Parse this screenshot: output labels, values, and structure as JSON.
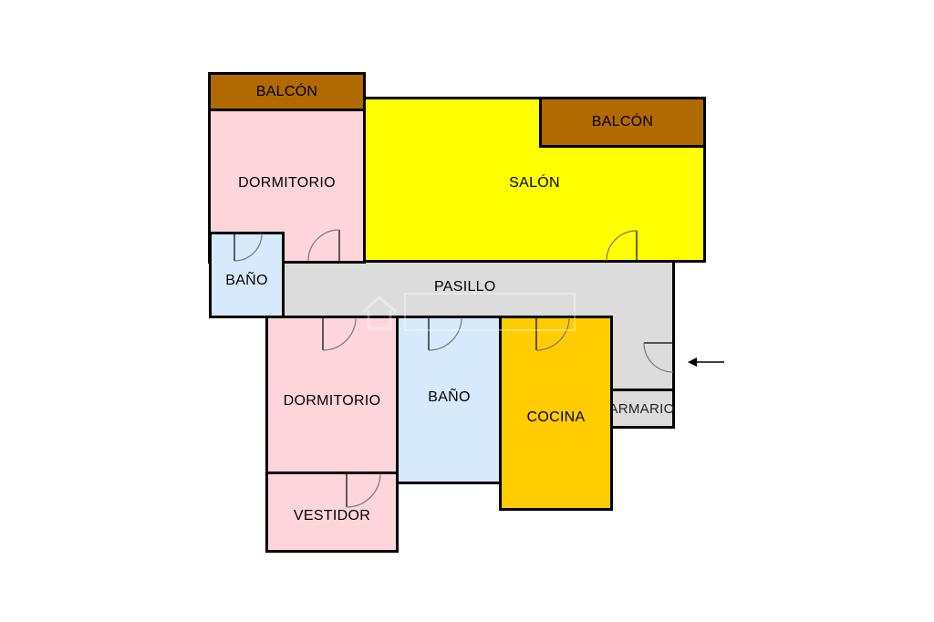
{
  "rooms": {
    "balcon_left": "BALCÓN",
    "balcon_right": "BALCÓN",
    "dormitorio_top": "DORMITORIO",
    "salon": "SALÓN",
    "bano_small": "BAÑO",
    "pasillo": "PASILLO",
    "dormitorio_bottom": "DORMITORIO",
    "bano_main": "BAÑO",
    "cocina": "COCINA",
    "armario": "ARMARIO",
    "vestidor": "VESTIDOR"
  },
  "colors": {
    "balcony": "#B06A00",
    "bedroom": "#FFD5DC",
    "salon": "#FFFF00",
    "bathroom": "#D6EAFB",
    "hall": "#DCDCDC",
    "kitchen": "#FFCC00",
    "wall": "#000000"
  },
  "icons": {
    "entrance": "arrow-left-icon",
    "doors": "door-swing-icon",
    "watermark": "house-logo-icon"
  }
}
